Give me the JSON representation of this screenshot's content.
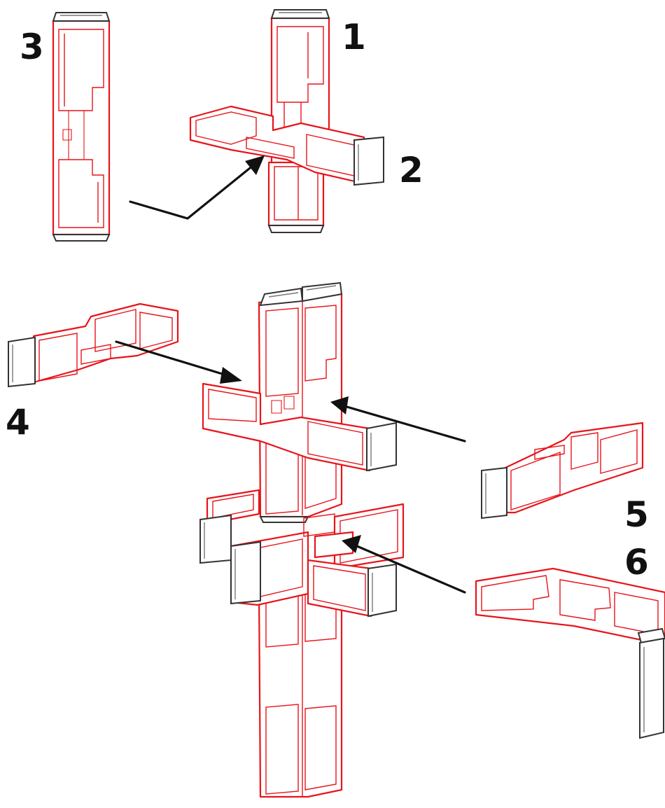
{
  "figure": {
    "parts": [
      {
        "id": "part-1",
        "label": "1"
      },
      {
        "id": "part-2",
        "label": "2"
      },
      {
        "id": "part-3",
        "label": "3"
      },
      {
        "id": "part-4",
        "label": "4"
      },
      {
        "id": "part-5",
        "label": "5"
      },
      {
        "id": "part-6",
        "label": "6"
      }
    ],
    "colors": {
      "part_outline": "#e8141b",
      "end_cap": "#333333",
      "arrow": "#111111",
      "label": "#111111",
      "background": "#ffffff"
    }
  }
}
